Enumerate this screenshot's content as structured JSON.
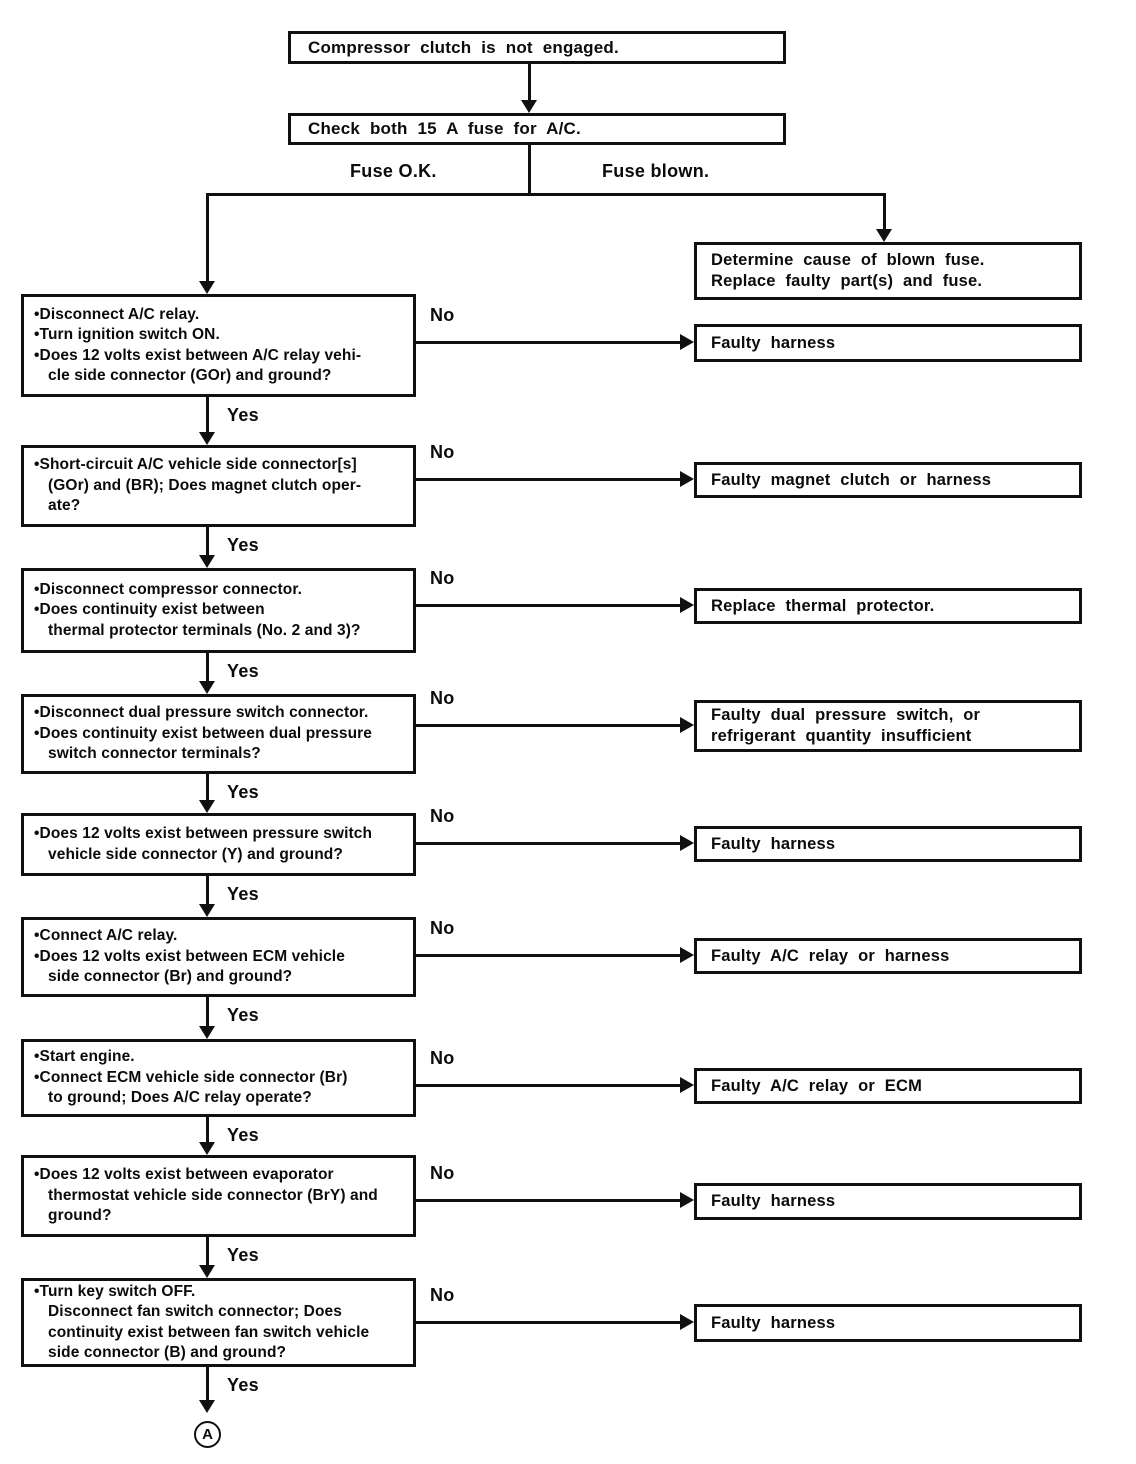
{
  "flow": {
    "start": "Compressor clutch is not engaged.",
    "fuse_check": "Check both 15 A fuse for A/C.",
    "fuse_ok_label": "Fuse O.K.",
    "fuse_blown_label": "Fuse blown.",
    "fuse_blown_result": "Determine cause of blown fuse. Replace faulty part(s) and fuse.",
    "yes_label": "Yes",
    "no_label": "No",
    "offpage_connector": "A",
    "steps": [
      {
        "bullets": [
          [
            "Disconnect A/C relay."
          ],
          [
            "Turn ignition switch ON."
          ],
          [
            "Does 12 volts exist between A/C relay vehi-",
            "cle side connector (GOr) and ground?"
          ]
        ],
        "no_result": "Faulty harness"
      },
      {
        "bullets": [
          [
            "Short-circuit A/C vehicle side connector[s]",
            "(GOr) and (BR); Does magnet clutch oper-",
            "ate?"
          ]
        ],
        "no_result": "Faulty magnet clutch or harness"
      },
      {
        "bullets": [
          [
            "Disconnect compressor connector."
          ],
          [
            "Does continuity exist between",
            "thermal protector terminals (No. 2 and 3)?"
          ]
        ],
        "no_result": "Replace thermal protector."
      },
      {
        "bullets": [
          [
            "Disconnect dual pressure switch connector."
          ],
          [
            "Does continuity exist between dual pressure",
            "switch connector terminals?"
          ]
        ],
        "no_result": "Faulty dual pressure switch, or refrigerant quantity insufficient"
      },
      {
        "bullets": [
          [
            "Does 12 volts exist between pressure switch",
            "vehicle side connector (Y) and ground?"
          ]
        ],
        "no_result": "Faulty harness"
      },
      {
        "bullets": [
          [
            "Connect A/C relay."
          ],
          [
            "Does 12 volts exist between ECM vehicle",
            "side connector (Br) and ground?"
          ]
        ],
        "no_result": "Faulty A/C relay or harness"
      },
      {
        "bullets": [
          [
            "Start engine."
          ],
          [
            "Connect ECM vehicle side connector (Br)",
            "to ground; Does A/C relay operate?"
          ]
        ],
        "no_result": "Faulty A/C relay or ECM"
      },
      {
        "bullets": [
          [
            "Does 12 volts exist between evaporator",
            "thermostat vehicle side connector (BrY) and",
            "ground?"
          ]
        ],
        "no_result": "Faulty harness"
      },
      {
        "bullets": [
          [
            "Turn key switch OFF.",
            "Disconnect fan switch connector; Does",
            "continuity exist between fan switch vehicle",
            "side connector (B) and ground?"
          ]
        ],
        "no_result": "Faulty harness"
      }
    ]
  }
}
